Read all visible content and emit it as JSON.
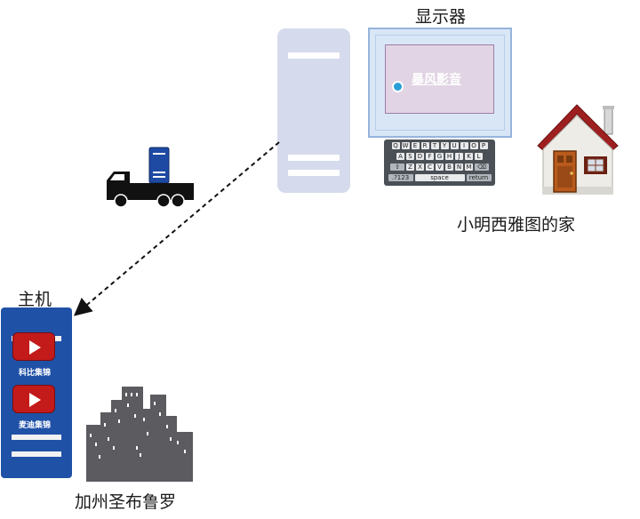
{
  "monitor": {
    "label": "显示器",
    "player_title": "暴风影音"
  },
  "keyboard": {
    "rows": [
      [
        "Q",
        "W",
        "E",
        "R",
        "T",
        "Y",
        "U",
        "I",
        "O",
        "P"
      ],
      [
        "A",
        "S",
        "D",
        "F",
        "G",
        "H",
        "J",
        "K",
        "L"
      ],
      [
        "⇧",
        "Z",
        "X",
        "C",
        "V",
        "B",
        "N",
        "M",
        "⌫"
      ],
      [
        ".?123",
        "space",
        "return"
      ]
    ]
  },
  "home": {
    "label": "小明西雅图的家"
  },
  "host": {
    "label": "主机",
    "apps": [
      {
        "label": "科比集锦",
        "icon": "youtube-play-icon"
      },
      {
        "label": "麦迪集锦",
        "icon": "youtube-play-icon"
      }
    ]
  },
  "city": {
    "label": "加州圣布鲁罗"
  },
  "colors": {
    "host_blue": "#1f51a7",
    "faded_server": "#d5daec",
    "video_red": "#c31a1a",
    "truck_server": "#1e4aa3",
    "city_gray": "#5b5b60"
  }
}
